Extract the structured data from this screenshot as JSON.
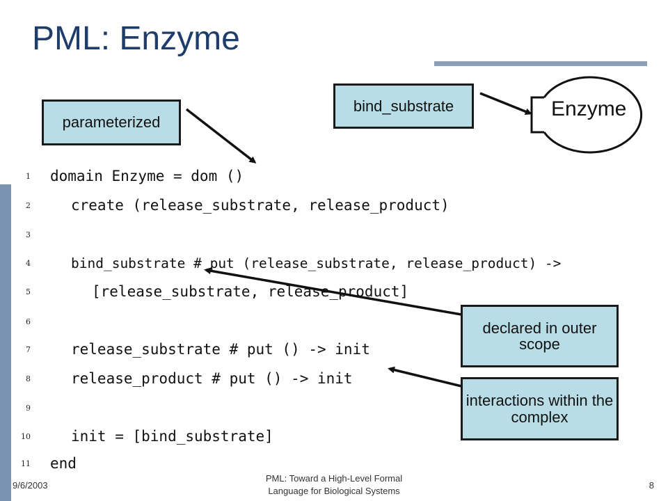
{
  "slide": {
    "title": "PML: Enzyme",
    "callouts": {
      "parameterized": "parameterized",
      "bind_substrate": "bind_substrate",
      "declared": "declared in outer scope",
      "interactions": "interactions within the complex"
    },
    "enzyme_label": "Enzyme",
    "code_lines": [
      {
        "num": "1",
        "text": "domain Enzyme = dom ()"
      },
      {
        "num": "2",
        "text": "create (release_substrate, release_product)"
      },
      {
        "num": "3",
        "text": ""
      },
      {
        "num": "4",
        "text": "bind_substrate # put (release_substrate, release_product) ->"
      },
      {
        "num": "5",
        "text": "[release_substrate, release_product]"
      },
      {
        "num": "6",
        "text": ""
      },
      {
        "num": "7",
        "text": "release_substrate # put () -> init"
      },
      {
        "num": "8",
        "text": "release_product # put () -> init"
      },
      {
        "num": "9",
        "text": ""
      },
      {
        "num": "10",
        "text": "init = [bind_substrate]"
      },
      {
        "num": "11",
        "text": "end"
      }
    ],
    "footer": {
      "date": "9/6/2003",
      "center_line1": "PML: Toward a High-Level Formal",
      "center_line2": "Language for Biological Systems",
      "page": "8"
    }
  }
}
